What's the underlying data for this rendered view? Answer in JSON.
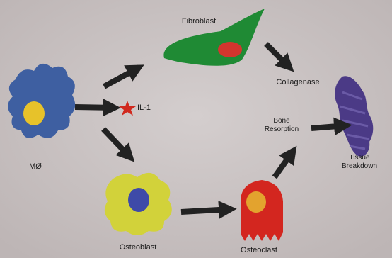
{
  "colors": {
    "background": "#c9c2c2",
    "macrophage": "#3e5fa1",
    "macrophage_nucleus": "#e7c22a",
    "fibroblast": "#1f8a34",
    "fibroblast_nucleus": "#d3352e",
    "osteoblast": "#d2d23a",
    "osteoblast_nucleus": "#3e4aa8",
    "osteoclast": "#d3261f",
    "osteoclast_nucleus": "#e3a32e",
    "tissue": "#4b3a86",
    "il1_star": "#d0291e",
    "arrow": "#222222"
  },
  "labels": {
    "fibroblast": "Fibroblast",
    "il1": "IL-1",
    "macrophage": "MØ",
    "collagenase": "Collagenase",
    "bone_resorption": "Bone\nResorption",
    "tissue_breakdown": "Tissue\nBreakdown",
    "osteoblast": "Osteoblast",
    "osteoclast": "Osteoclast"
  }
}
